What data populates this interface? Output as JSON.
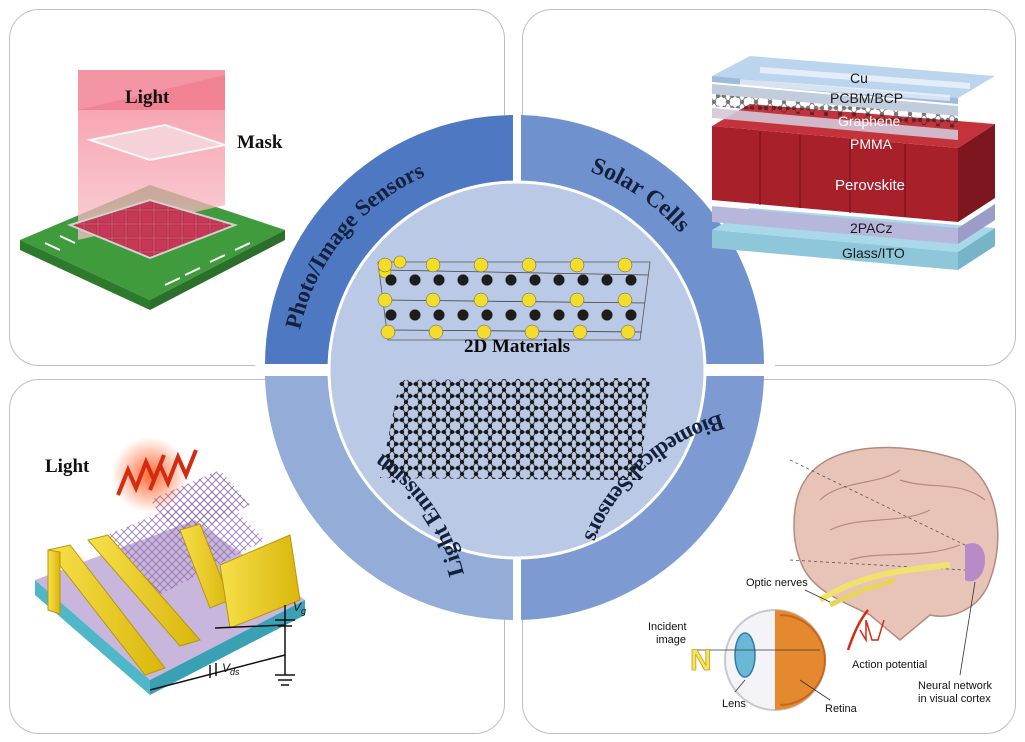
{
  "center": {
    "title": "2D Materials"
  },
  "quadrants": {
    "top_left": "Photo/Image Sensors",
    "top_right": "Solar Cells",
    "bottom_left": "Light Emission",
    "bottom_right": "Biomedical Sensors"
  },
  "photo_panel": {
    "light_label": "Light",
    "mask_label": "Mask"
  },
  "solar_panel": {
    "layers": [
      "Cu",
      "PCBM/BCP",
      "Graphene",
      "PMMA",
      "Perovskite",
      "2PACz",
      "Glass/ITO"
    ]
  },
  "emission_panel": {
    "light_label": "Light",
    "vg_label": "V",
    "vg_sub": "g",
    "vds_label": "V",
    "vds_sub": "ds"
  },
  "bio_panel": {
    "incident_image": "Incident",
    "incident_image2": "image",
    "optic_nerves": "Optic nerves",
    "action_potential": "Action potential",
    "lens": "Lens",
    "retina": "Retina",
    "neural_network": "Neural network",
    "neural_network2": "in visual cortex"
  },
  "colors": {
    "ring_dark": "#4f78c2",
    "ring_mid": "#6f92cf",
    "ring_light": "#93acd8",
    "center_fill": "#b9c9e6",
    "perovskite": "#a8202a",
    "board_green": "#3f9b3c",
    "gold": "#f0d21a"
  }
}
